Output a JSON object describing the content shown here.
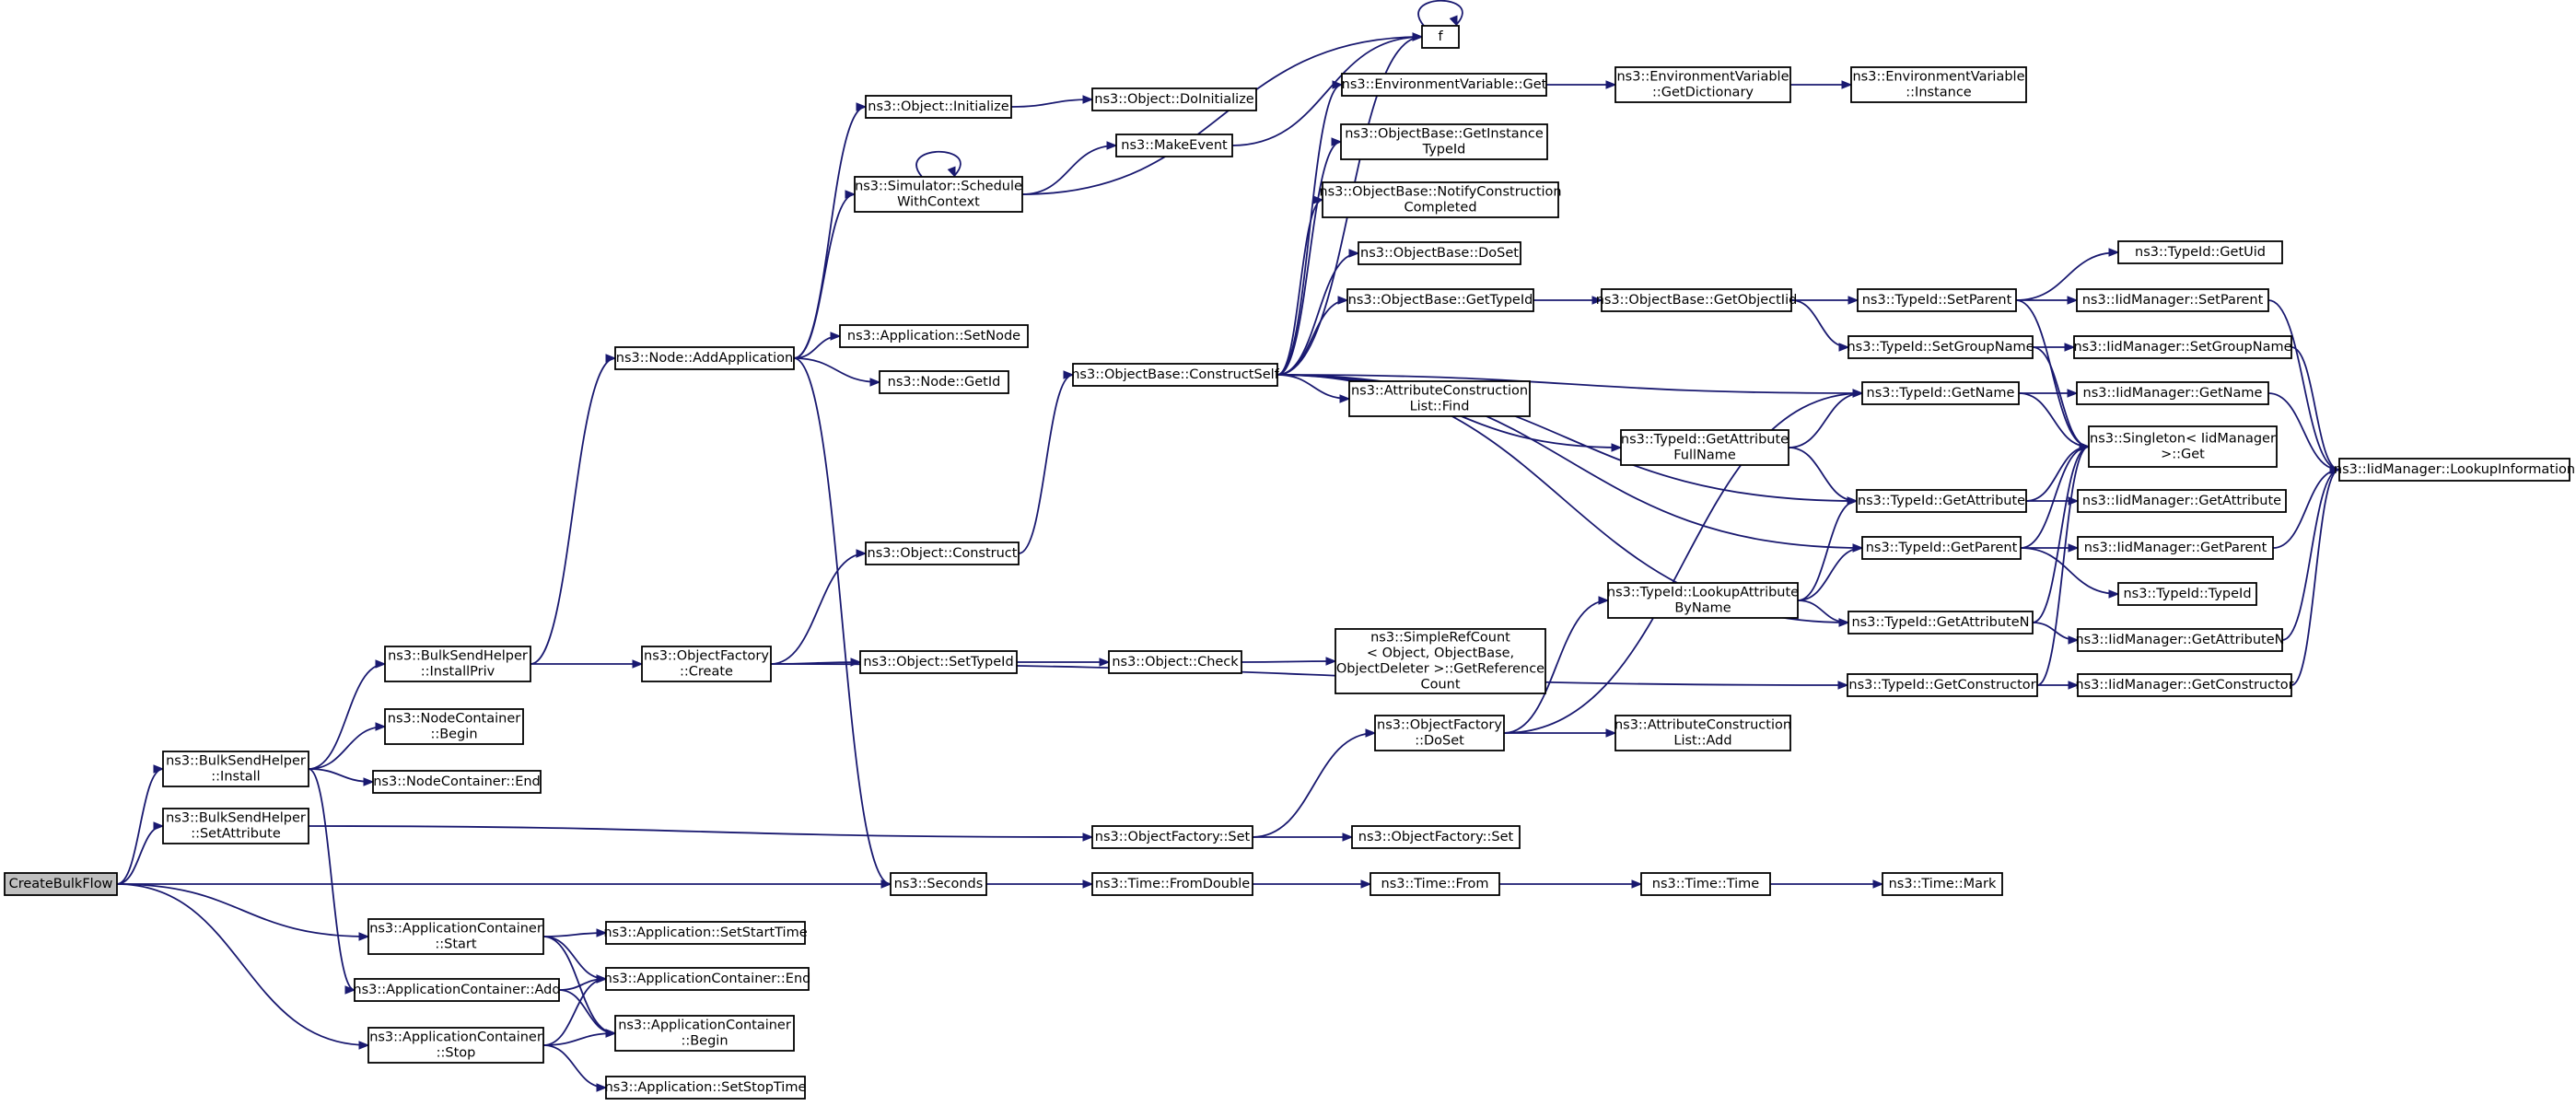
{
  "nodes": [
    {
      "id": "root",
      "lines": [
        "CreateBulkFlow"
      ],
      "root": true
    },
    {
      "id": "bsh_install",
      "lines": [
        "ns3::BulkSendHelper",
        "::Install"
      ]
    },
    {
      "id": "bsh_setattr",
      "lines": [
        "ns3::BulkSendHelper",
        "::SetAttribute"
      ]
    },
    {
      "id": "seconds",
      "lines": [
        "ns3::Seconds"
      ]
    },
    {
      "id": "ac_start",
      "lines": [
        "ns3::ApplicationContainer",
        "::Start"
      ]
    },
    {
      "id": "ac_stop",
      "lines": [
        "ns3::ApplicationContainer",
        "::Stop"
      ]
    },
    {
      "id": "ac_add",
      "lines": [
        "ns3::ApplicationContainer::Add"
      ]
    },
    {
      "id": "bsh_installpriv",
      "lines": [
        "ns3::BulkSendHelper",
        "::InstallPriv"
      ]
    },
    {
      "id": "nc_begin",
      "lines": [
        "ns3::NodeContainer",
        "::Begin"
      ]
    },
    {
      "id": "nc_end",
      "lines": [
        "ns3::NodeContainer::End"
      ]
    },
    {
      "id": "node_addapp",
      "lines": [
        "ns3::Node::AddApplication"
      ]
    },
    {
      "id": "of_create",
      "lines": [
        "ns3::ObjectFactory",
        "::Create"
      ]
    },
    {
      "id": "obj_init",
      "lines": [
        "ns3::Object::Initialize"
      ]
    },
    {
      "id": "sim_sched",
      "lines": [
        "ns3::Simulator::Schedule",
        "WithContext"
      ]
    },
    {
      "id": "app_setnode",
      "lines": [
        "ns3::Application::SetNode"
      ]
    },
    {
      "id": "node_getid",
      "lines": [
        "ns3::Node::GetId"
      ]
    },
    {
      "id": "obj_doinit",
      "lines": [
        "ns3::Object::DoInitialize"
      ]
    },
    {
      "id": "makeevent",
      "lines": [
        "ns3::MakeEvent"
      ]
    },
    {
      "id": "f",
      "lines": [
        "f"
      ]
    },
    {
      "id": "obj_construct",
      "lines": [
        "ns3::Object::Construct"
      ]
    },
    {
      "id": "obj_settypeid",
      "lines": [
        "ns3::Object::SetTypeId"
      ]
    },
    {
      "id": "obj_check",
      "lines": [
        "ns3::Object::Check"
      ]
    },
    {
      "id": "simplerefcount",
      "lines": [
        "ns3::SimpleRefCount",
        "< Object, ObjectBase,",
        "ObjectDeleter >::GetReference",
        "Count"
      ]
    },
    {
      "id": "ob_constructself",
      "lines": [
        "ns3::ObjectBase::ConstructSelf"
      ]
    },
    {
      "id": "envvar_get",
      "lines": [
        "ns3::EnvironmentVariable::Get"
      ]
    },
    {
      "id": "envvar_getdict",
      "lines": [
        "ns3::EnvironmentVariable",
        "::GetDictionary"
      ]
    },
    {
      "id": "envvar_instance",
      "lines": [
        "ns3::EnvironmentVariable",
        "::Instance"
      ]
    },
    {
      "id": "ob_getinstancetypeid",
      "lines": [
        "ns3::ObjectBase::GetInstance",
        "TypeId"
      ]
    },
    {
      "id": "ob_notify",
      "lines": [
        "ns3::ObjectBase::NotifyConstruction",
        "Completed"
      ]
    },
    {
      "id": "ob_doset",
      "lines": [
        "ns3::ObjectBase::DoSet"
      ]
    },
    {
      "id": "ob_gettypeid",
      "lines": [
        "ns3::ObjectBase::GetTypeId"
      ]
    },
    {
      "id": "ob_getobjectiid",
      "lines": [
        "ns3::ObjectBase::GetObjectIid"
      ]
    },
    {
      "id": "acl_find",
      "lines": [
        "ns3::AttributeConstruction",
        "List::Find"
      ]
    },
    {
      "id": "tid_getattrfullname",
      "lines": [
        "ns3::TypeId::GetAttribute",
        "FullName"
      ]
    },
    {
      "id": "tid_lookupattr",
      "lines": [
        "ns3::TypeId::LookupAttribute",
        "ByName"
      ]
    },
    {
      "id": "of_doset",
      "lines": [
        "ns3::ObjectFactory",
        "::DoSet"
      ]
    },
    {
      "id": "acl_add",
      "lines": [
        "ns3::AttributeConstruction",
        "List::Add"
      ]
    },
    {
      "id": "of_set1",
      "lines": [
        "ns3::ObjectFactory::Set"
      ]
    },
    {
      "id": "of_set2",
      "lines": [
        "ns3::ObjectFactory::Set"
      ]
    },
    {
      "id": "time_fromdouble",
      "lines": [
        "ns3::Time::FromDouble"
      ]
    },
    {
      "id": "time_from",
      "lines": [
        "ns3::Time::From"
      ]
    },
    {
      "id": "time_time",
      "lines": [
        "ns3::Time::Time"
      ]
    },
    {
      "id": "time_mark",
      "lines": [
        "ns3::Time::Mark"
      ]
    },
    {
      "id": "app_setstart",
      "lines": [
        "ns3::Application::SetStartTime"
      ]
    },
    {
      "id": "ac_end",
      "lines": [
        "ns3::ApplicationContainer::End"
      ]
    },
    {
      "id": "ac_begin",
      "lines": [
        "ns3::ApplicationContainer",
        "::Begin"
      ]
    },
    {
      "id": "app_setstop",
      "lines": [
        "ns3::Application::SetStopTime"
      ]
    },
    {
      "id": "tid_getuid",
      "lines": [
        "ns3::TypeId::GetUid"
      ]
    },
    {
      "id": "tid_setparent",
      "lines": [
        "ns3::TypeId::SetParent"
      ]
    },
    {
      "id": "tid_setgroupname",
      "lines": [
        "ns3::TypeId::SetGroupName"
      ]
    },
    {
      "id": "tid_getname",
      "lines": [
        "ns3::TypeId::GetName"
      ]
    },
    {
      "id": "tid_getattribute",
      "lines": [
        "ns3::TypeId::GetAttribute"
      ]
    },
    {
      "id": "tid_getparent",
      "lines": [
        "ns3::TypeId::GetParent"
      ]
    },
    {
      "id": "tid_getattributen",
      "lines": [
        "ns3::TypeId::GetAttributeN"
      ]
    },
    {
      "id": "tid_getconstructor",
      "lines": [
        "ns3::TypeId::GetConstructor"
      ]
    },
    {
      "id": "tid_typeid",
      "lines": [
        "ns3::TypeId::TypeId"
      ]
    },
    {
      "id": "singleton_get",
      "lines": [
        "ns3::Singleton< IidManager",
        ">::Get"
      ]
    },
    {
      "id": "iid_setparent",
      "lines": [
        "ns3::IidManager::SetParent"
      ]
    },
    {
      "id": "iid_setgroupname",
      "lines": [
        "ns3::IidManager::SetGroupName"
      ]
    },
    {
      "id": "iid_getname",
      "lines": [
        "ns3::IidManager::GetName"
      ]
    },
    {
      "id": "iid_getattribute",
      "lines": [
        "ns3::IidManager::GetAttribute"
      ]
    },
    {
      "id": "iid_getparent",
      "lines": [
        "ns3::IidManager::GetParent"
      ]
    },
    {
      "id": "iid_getattributen",
      "lines": [
        "ns3::IidManager::GetAttributeN"
      ]
    },
    {
      "id": "iid_getconstructor",
      "lines": [
        "ns3::IidManager::GetConstructor"
      ]
    },
    {
      "id": "iid_lookupinfo",
      "lines": [
        "ns3::IidManager::LookupInformation"
      ]
    }
  ],
  "edges": [
    [
      "root",
      "bsh_install"
    ],
    [
      "root",
      "bsh_setattr"
    ],
    [
      "root",
      "seconds"
    ],
    [
      "root",
      "ac_start"
    ],
    [
      "root",
      "ac_stop"
    ],
    [
      "bsh_install",
      "bsh_installpriv"
    ],
    [
      "bsh_install",
      "nc_begin"
    ],
    [
      "bsh_install",
      "nc_end"
    ],
    [
      "bsh_install",
      "ac_add"
    ],
    [
      "bsh_setattr",
      "of_set1"
    ],
    [
      "bsh_installpriv",
      "node_addapp"
    ],
    [
      "bsh_installpriv",
      "of_create"
    ],
    [
      "node_addapp",
      "obj_init"
    ],
    [
      "node_addapp",
      "sim_sched"
    ],
    [
      "node_addapp",
      "app_setnode"
    ],
    [
      "node_addapp",
      "node_getid"
    ],
    [
      "node_addapp",
      "seconds"
    ],
    [
      "obj_init",
      "obj_doinit"
    ],
    [
      "sim_sched",
      "sim_sched"
    ],
    [
      "sim_sched",
      "makeevent"
    ],
    [
      "sim_sched",
      "f"
    ],
    [
      "makeevent",
      "f"
    ],
    [
      "f",
      "f"
    ],
    [
      "of_create",
      "obj_construct"
    ],
    [
      "of_create",
      "obj_settypeid"
    ],
    [
      "of_create",
      "tid_getconstructor"
    ],
    [
      "obj_construct",
      "ob_constructself"
    ],
    [
      "obj_settypeid",
      "obj_check"
    ],
    [
      "obj_check",
      "simplerefcount"
    ],
    [
      "ob_constructself",
      "f"
    ],
    [
      "ob_constructself",
      "envvar_get"
    ],
    [
      "ob_constructself",
      "ob_getinstancetypeid"
    ],
    [
      "ob_constructself",
      "ob_notify"
    ],
    [
      "ob_constructself",
      "ob_doset"
    ],
    [
      "ob_constructself",
      "ob_gettypeid"
    ],
    [
      "ob_constructself",
      "acl_find"
    ],
    [
      "ob_constructself",
      "tid_getattrfullname"
    ],
    [
      "ob_constructself",
      "tid_getname"
    ],
    [
      "ob_constructself",
      "tid_getattribute"
    ],
    [
      "ob_constructself",
      "tid_getparent"
    ],
    [
      "ob_constructself",
      "tid_getattributen"
    ],
    [
      "envvar_get",
      "envvar_getdict"
    ],
    [
      "envvar_getdict",
      "envvar_instance"
    ],
    [
      "ob_gettypeid",
      "ob_getobjectiid"
    ],
    [
      "ob_getobjectiid",
      "tid_setparent"
    ],
    [
      "ob_getobjectiid",
      "tid_setgroupname"
    ],
    [
      "tid_getattrfullname",
      "tid_getname"
    ],
    [
      "tid_getattrfullname",
      "tid_getattribute"
    ],
    [
      "tid_lookupattr",
      "tid_getattribute"
    ],
    [
      "tid_lookupattr",
      "tid_getparent"
    ],
    [
      "tid_lookupattr",
      "tid_getattributen"
    ],
    [
      "of_set1",
      "of_doset"
    ],
    [
      "of_set1",
      "of_set2"
    ],
    [
      "of_doset",
      "tid_lookupattr"
    ],
    [
      "of_doset",
      "acl_add"
    ],
    [
      "of_doset",
      "tid_getname"
    ],
    [
      "seconds",
      "time_fromdouble"
    ],
    [
      "time_fromdouble",
      "time_from"
    ],
    [
      "time_from",
      "time_time"
    ],
    [
      "time_time",
      "time_mark"
    ],
    [
      "ac_start",
      "app_setstart"
    ],
    [
      "ac_start",
      "ac_end"
    ],
    [
      "ac_start",
      "ac_begin"
    ],
    [
      "ac_add",
      "ac_end"
    ],
    [
      "ac_add",
      "ac_begin"
    ],
    [
      "ac_stop",
      "ac_end"
    ],
    [
      "ac_stop",
      "ac_begin"
    ],
    [
      "ac_stop",
      "app_setstop"
    ],
    [
      "tid_setparent",
      "tid_getuid"
    ],
    [
      "tid_setparent",
      "iid_setparent"
    ],
    [
      "tid_setparent",
      "singleton_get"
    ],
    [
      "tid_setgroupname",
      "iid_setgroupname"
    ],
    [
      "tid_setgroupname",
      "singleton_get"
    ],
    [
      "tid_getname",
      "iid_getname"
    ],
    [
      "tid_getname",
      "singleton_get"
    ],
    [
      "tid_getattribute",
      "iid_getattribute"
    ],
    [
      "tid_getattribute",
      "singleton_get"
    ],
    [
      "tid_getparent",
      "iid_getparent"
    ],
    [
      "tid_getparent",
      "tid_typeid"
    ],
    [
      "tid_getparent",
      "singleton_get"
    ],
    [
      "tid_getattributen",
      "iid_getattributen"
    ],
    [
      "tid_getattributen",
      "singleton_get"
    ],
    [
      "tid_getconstructor",
      "iid_getconstructor"
    ],
    [
      "tid_getconstructor",
      "singleton_get"
    ],
    [
      "iid_setparent",
      "iid_lookupinfo"
    ],
    [
      "iid_setgroupname",
      "iid_lookupinfo"
    ],
    [
      "iid_getname",
      "iid_lookupinfo"
    ],
    [
      "iid_getparent",
      "iid_lookupinfo"
    ],
    [
      "iid_getattributen",
      "iid_lookupinfo"
    ],
    [
      "iid_getconstructor",
      "iid_lookupinfo"
    ]
  ]
}
